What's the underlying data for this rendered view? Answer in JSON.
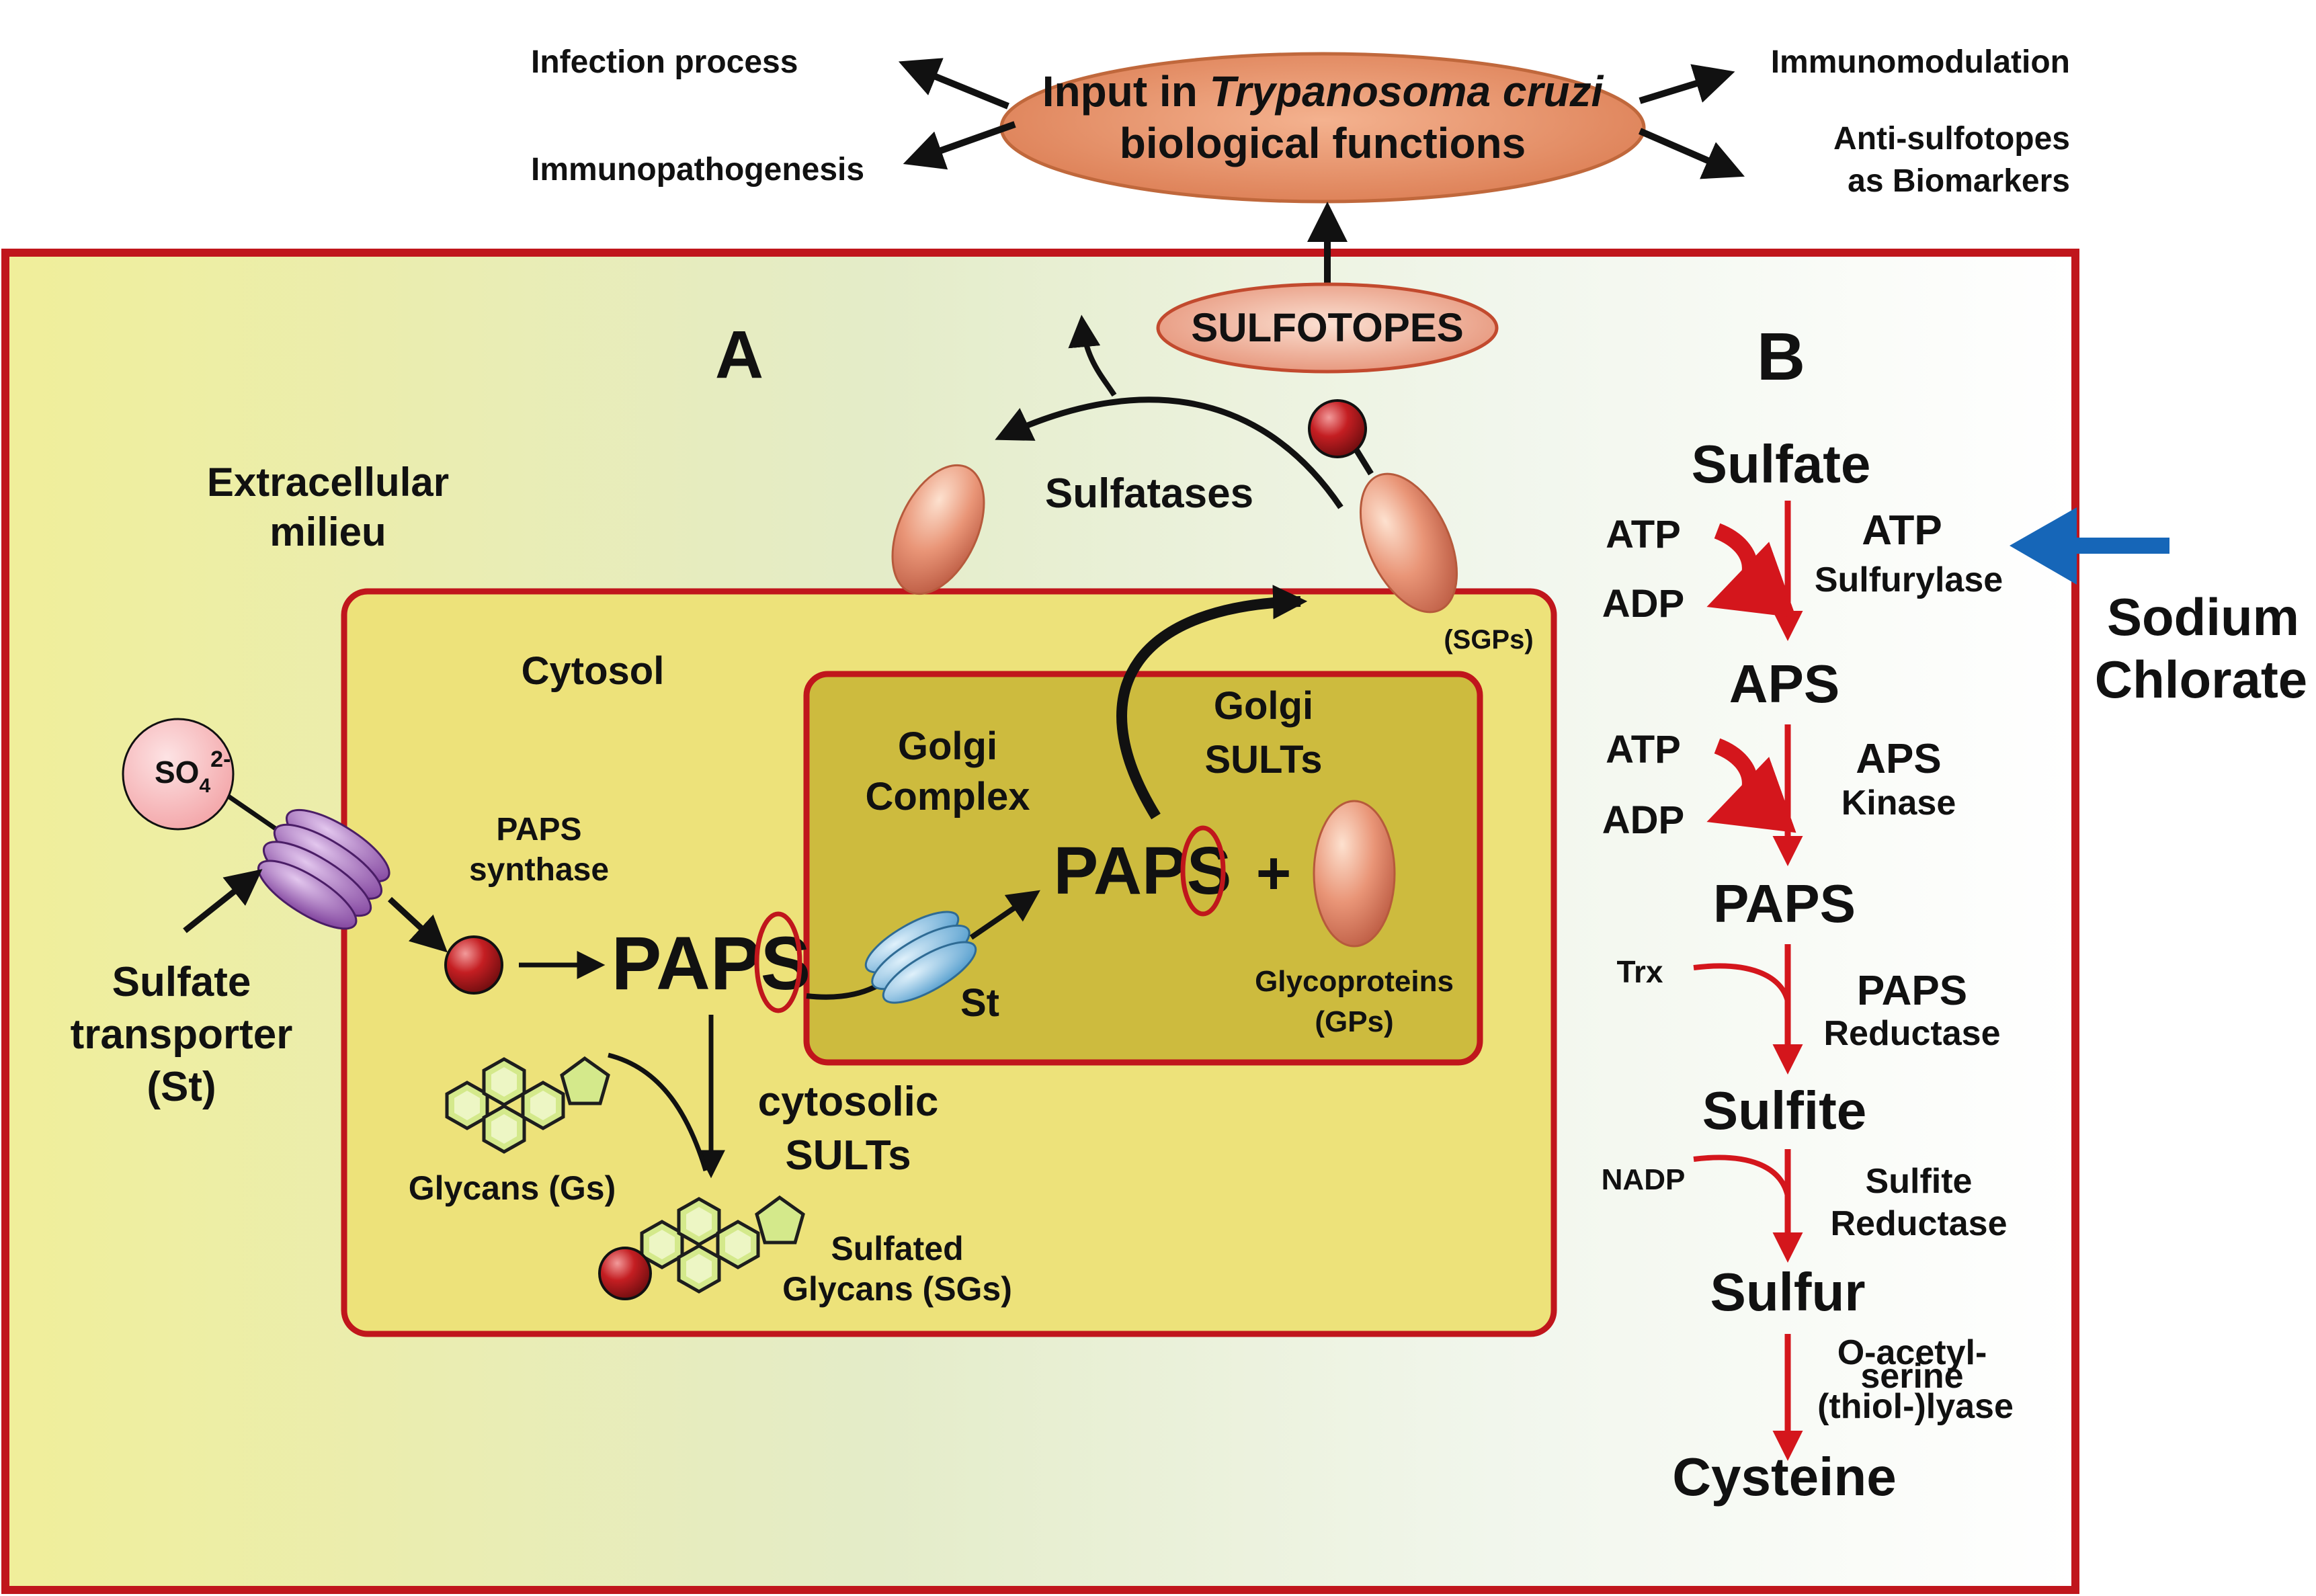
{
  "top": {
    "center_line1_prefix": "Input in ",
    "center_line1_italic": "Trypanosoma cruzi",
    "center_line2": "biological functions",
    "infection": "Infection process",
    "immunopathogenesis": "Immunopathogenesis",
    "immunomodulation": "Immunomodulation",
    "antisulfotopes_1": "Anti-sulfotopes",
    "antisulfotopes_2": "as Biomarkers",
    "sulfotopes": "SULFOTOPES"
  },
  "panel_a": {
    "label": "A",
    "extracellular_1": "Extracellular",
    "extracellular_2": "milieu",
    "cytosol": "Cytosol",
    "golgi_1": "Golgi",
    "golgi_2": "Complex",
    "golgi_sults_1": "Golgi",
    "golgi_sults_2": "SULTs",
    "sulfatases": "Sulfatases",
    "sgps": "(SGPs)",
    "so4": "SO",
    "so4_sub": "4",
    "so4_sup": "2-",
    "paps_synthase_1": "PAPS",
    "paps_synthase_2": "synthase",
    "paps_main": "PAPS",
    "paps_golgi": "PAPS",
    "plus": "+",
    "st_golgi": "St",
    "glycoproteins": "Glycoproteins",
    "gps": "(GPs)",
    "transporter_1": "Sulfate",
    "transporter_2": "transporter",
    "transporter_3": "(St)",
    "glycans": "Glycans (Gs)",
    "cytosolic_1": "cytosolic",
    "cytosolic_2": "SULTs",
    "sulfated_1": "Sulfated",
    "sulfated_2": "Glycans (SGs)"
  },
  "panel_b": {
    "label": "B",
    "sulfate": "Sulfate",
    "atp1": "ATP",
    "adp1": "ADP",
    "enzyme1_1": "ATP",
    "enzyme1_2": "Sulfurylase",
    "inhibitor_1": "Sodium",
    "inhibitor_2": "Chlorate",
    "aps": "APS",
    "atp2": "ATP",
    "adp2": "ADP",
    "enzyme2_1": "APS",
    "enzyme2_2": "Kinase",
    "paps": "PAPS",
    "trx": "Trx",
    "enzyme3_1": "PAPS",
    "enzyme3_2": "Reductase",
    "sulfite": "Sulfite",
    "nadp": "NADP",
    "enzyme4_1": "Sulfite",
    "enzyme4_2": "Reductase",
    "sulfur": "Sulfur",
    "enzyme5_1": "O-acetyl-",
    "enzyme5_2": "serine",
    "enzyme5_3": "(thiol-)lyase",
    "cysteine": "Cysteine"
  },
  "colors": {
    "frame_red": "#c0161c",
    "pathway_red": "#d4161c",
    "inhibitor_blue": "#1666b8",
    "cytosol_fill": "#ede27a",
    "golgi_fill": "#cdbb3e",
    "ellipse_orange": "#de855a"
  },
  "icons": [
    "sulfate-ion-icon",
    "sulfate-transporter-icon",
    "glycan-ring-icon",
    "glycoprotein-icon",
    "sulfate-group-icon"
  ]
}
